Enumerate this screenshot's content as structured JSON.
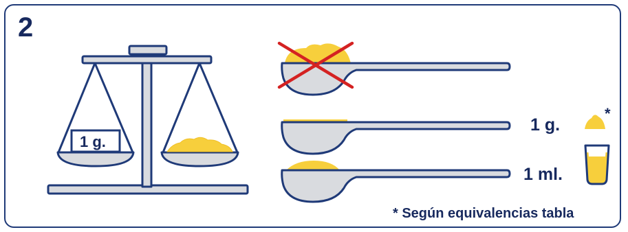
{
  "step_number": "2",
  "balance": {
    "weight_label": "1 g."
  },
  "legend": {
    "gram_label": "1 g.",
    "ml_label": "1 ml.",
    "asterisk": "*",
    "footnote": "* Según equivalencias tabla"
  },
  "icons": [
    "balance-scale-icon",
    "weight-block-icon",
    "heaped-spoon-icon",
    "cross-icon",
    "level-spoon-icon",
    "rounded-spoon-icon",
    "powder-pile-icon",
    "measuring-cup-icon"
  ],
  "colors": {
    "outline": "#1f3a78",
    "fill": "#d9dbdf",
    "powder": "#f7cf3c",
    "cross": "#d42222",
    "text": "#17295e"
  }
}
